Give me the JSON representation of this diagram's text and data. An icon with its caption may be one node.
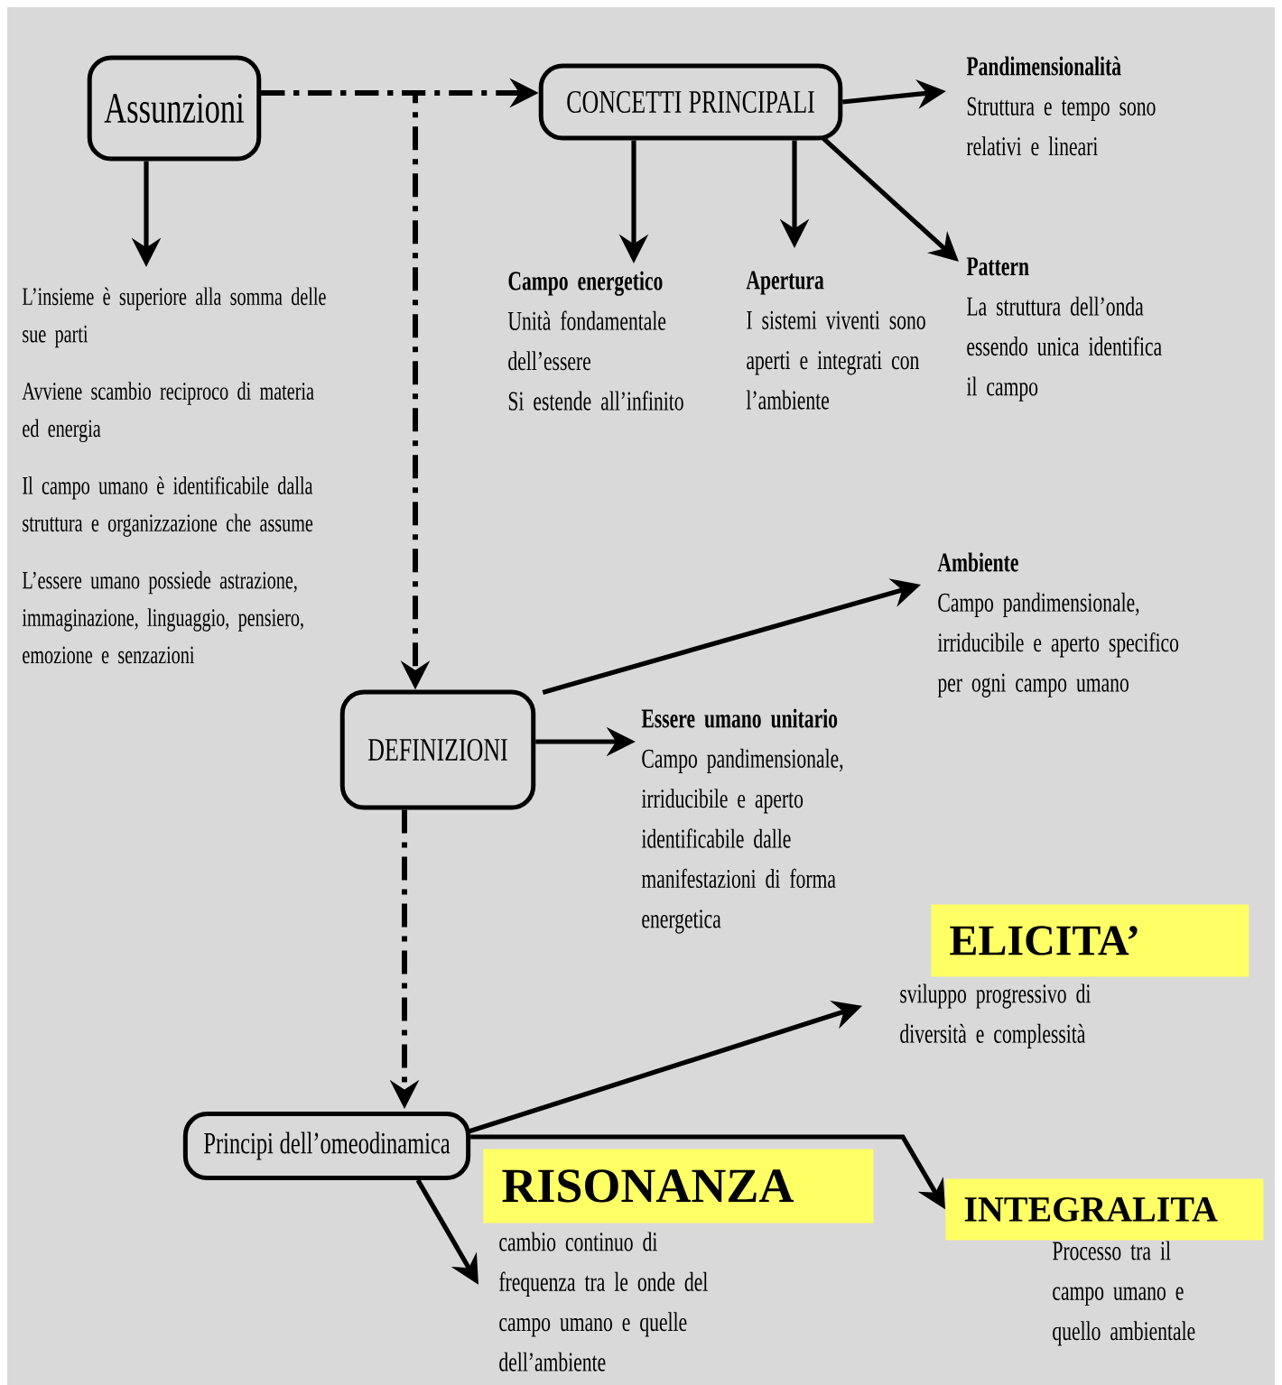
{
  "diagram": {
    "nodes": [
      {
        "text": [
          "Assunzioni"
        ]
      },
      {
        "text": [
          "CONCETTI PRINCIPALI"
        ]
      },
      {
        "text": [
          "Pandimensionalità",
          "Struttura e tempo sono relativi e lineari"
        ]
      },
      {
        "text": [
          "Campo energetico",
          "Unità fondamentale dell’essere",
          "Si estende all’infinito"
        ]
      },
      {
        "text": [
          "Apertura",
          "I sistemi viventi sono aperti e integrati con l’ambiente"
        ]
      },
      {
        "text": [
          "Pattern",
          "La struttura dell’onda essendo unica identifica il campo"
        ]
      },
      {
        "text": [
          "L’insieme è superiore alla somma delle sue parti",
          "Avviene scambio reciproco di materia ed energia",
          "Il campo umano è identificabile dalla struttura e organizzazione che assume",
          "L’essere umano possiede astrazione, immaginazione, linguaggio, pensiero, emozione e senzazioni"
        ]
      },
      {
        "text": [
          "DEFINIZIONI"
        ]
      },
      {
        "text": [
          "Ambiente",
          "Campo pandimensionale, irriducibile e aperto specifico per ogni campo umano"
        ]
      },
      {
        "text": [
          "Essere umano unitario",
          "Campo pandimensionale, irriducibile e aperto identificabile dalle manifestazioni di forma energetica"
        ]
      },
      {
        "text": [
          "Principi dell’omeodinamica"
        ]
      },
      {
        "text": [
          "ELICITA’"
        ],
        "beside": [
          "sviluppo progressivo di diversità e complessità"
        ]
      },
      {
        "text": [
          "RISONANZA"
        ],
        "beside": [
          "cambio continuo di frequenza tra le onde del campo umano e quelle dell’ambiente"
        ]
      },
      {
        "text": [
          "INTEGRALITA"
        ],
        "beside": [
          "Processo tra il campo umano e quello ambientale"
        ]
      }
    ],
    "edges": [
      {
        "from": 0,
        "to": 1,
        "arrow": "to",
        "style": "dashed"
      },
      {
        "from": 0,
        "to": 7,
        "arrow": "to",
        "style": "dashed"
      },
      {
        "from": 0,
        "to": 6,
        "arrow": "to"
      },
      {
        "from": 1,
        "to": 2,
        "arrow": "to"
      },
      {
        "from": 1,
        "to": 3,
        "arrow": "to"
      },
      {
        "from": 1,
        "to": 4,
        "arrow": "to"
      },
      {
        "from": 1,
        "to": 5,
        "arrow": "to"
      },
      {
        "from": 7,
        "to": 8,
        "arrow": "to"
      },
      {
        "from": 7,
        "to": 9,
        "arrow": "to"
      },
      {
        "from": 7,
        "to": 10,
        "arrow": "to",
        "style": "dashed"
      },
      {
        "from": 10,
        "to": 11,
        "arrow": "to"
      },
      {
        "from": 10,
        "to": 12,
        "arrow": "to"
      },
      {
        "from": 10,
        "to": 13,
        "arrow": "to"
      }
    ]
  }
}
